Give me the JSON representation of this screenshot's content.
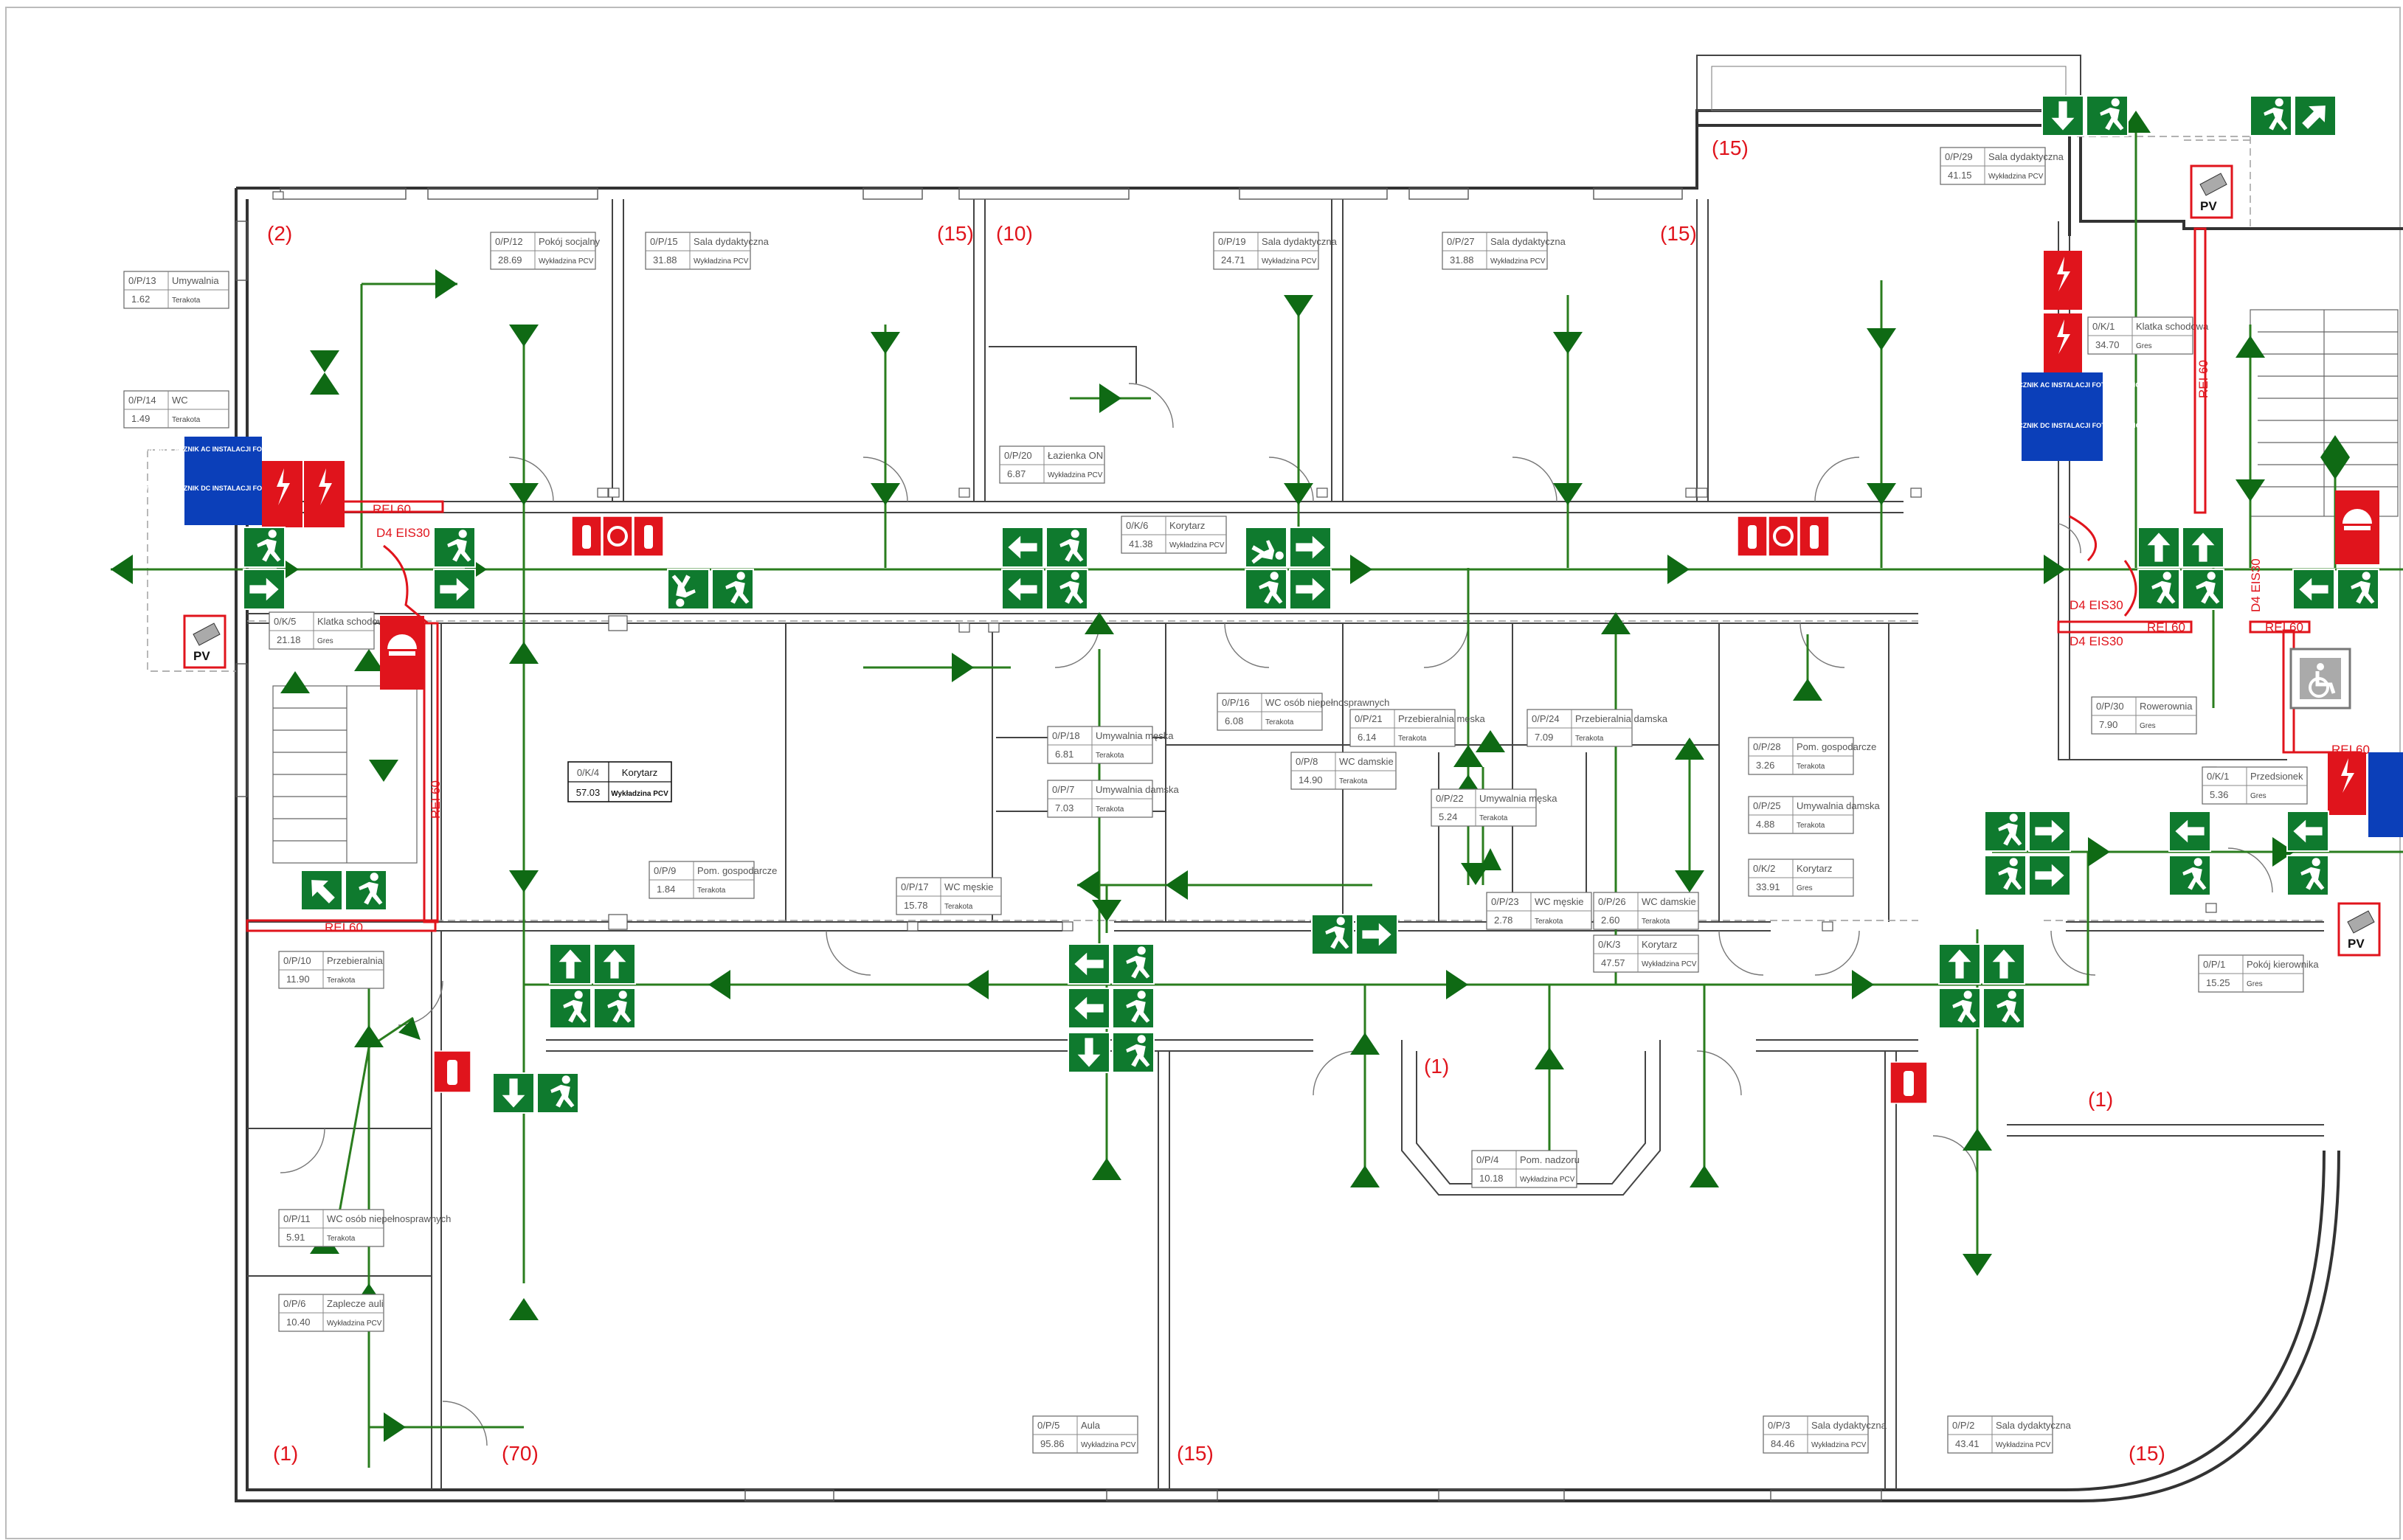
{
  "evacuation_capacity_labels": [
    {
      "id": "cap-2",
      "text": "(2)"
    },
    {
      "id": "cap-15-a",
      "text": "(15)"
    },
    {
      "id": "cap-10",
      "text": "(10)"
    },
    {
      "id": "cap-15-b",
      "text": "(15)"
    },
    {
      "id": "cap-15-c",
      "text": "(15)"
    },
    {
      "id": "cap-1-a",
      "text": "(1)"
    },
    {
      "id": "cap-70",
      "text": "(70)"
    },
    {
      "id": "cap-15-d",
      "text": "(15)"
    },
    {
      "id": "cap-1-b",
      "text": "(1)"
    },
    {
      "id": "cap-1-c",
      "text": "(1)"
    },
    {
      "id": "cap-15-e",
      "text": "(15)"
    }
  ],
  "rooms": [
    {
      "id": "0/P/13",
      "name": "Umywalnia",
      "area": "1.62",
      "floor": "Terakota"
    },
    {
      "id": "0/P/14",
      "name": "WC",
      "area": "1.49",
      "floor": "Terakota"
    },
    {
      "id": "0/P/12",
      "name": "Pokój socjalny",
      "area": "28.69",
      "floor": "Wykładzina PCV"
    },
    {
      "id": "0/P/15",
      "name": "Sala dydaktyczna",
      "area": "31.88",
      "floor": "Wykładzina PCV"
    },
    {
      "id": "0/P/19",
      "name": "Sala dydaktyczna",
      "area": "24.71",
      "floor": "Wykładzina PCV"
    },
    {
      "id": "0/P/27",
      "name": "Sala dydaktyczna",
      "area": "31.88",
      "floor": "Wykładzina PCV"
    },
    {
      "id": "0/P/29",
      "name": "Sala dydaktyczna",
      "area": "41.15",
      "floor": "Wykładzina PCV"
    },
    {
      "id": "0/K/1",
      "name": "Klatka schodowa",
      "area": "34.70",
      "floor": "Gres"
    },
    {
      "id": "0/P/20",
      "name": "Łazienka ON",
      "area": "6.87",
      "floor": "Wykładzina PCV"
    },
    {
      "id": "0/K/6",
      "name": "Korytarz",
      "area": "41.38",
      "floor": "Wykładzina PCV"
    },
    {
      "id": "0/K/5",
      "name": "Klatka schodowa",
      "area": "21.18",
      "floor": "Gres"
    },
    {
      "id": "0/P/16",
      "name": "WC osób niepełnosprawnych",
      "area": "6.08",
      "floor": "Terakota"
    },
    {
      "id": "0/P/21",
      "name": "Przebieralnia męska",
      "area": "6.14",
      "floor": "Terakota"
    },
    {
      "id": "0/P/24",
      "name": "Przebieralnia damska",
      "area": "7.09",
      "floor": "Terakota"
    },
    {
      "id": "0/P/18",
      "name": "Umywalnia męska",
      "area": "6.81",
      "floor": "Terakota"
    },
    {
      "id": "0/P/8",
      "name": "WC damskie",
      "area": "14.90",
      "floor": "Terakota"
    },
    {
      "id": "0/P/28",
      "name": "Pom. gospodarcze",
      "area": "3.26",
      "floor": "Terakota"
    },
    {
      "id": "0/P/30",
      "name": "Rowerownia",
      "area": "7.90",
      "floor": "Gres"
    },
    {
      "id": "0/K/4",
      "name": "Korytarz",
      "area": "57.03",
      "floor": "Wykładzina PCV"
    },
    {
      "id": "0/P/7",
      "name": "Umywalnia damska",
      "area": "7.03",
      "floor": "Terakota"
    },
    {
      "id": "0/P/22",
      "name": "Umywalnia męska",
      "area": "5.24",
      "floor": "Terakota"
    },
    {
      "id": "0/P/25",
      "name": "Umywalnia damska",
      "area": "4.88",
      "floor": "Terakota"
    },
    {
      "id": "0/K/1b",
      "name": "Przedsionek",
      "area": "5.36",
      "floor": "Gres"
    },
    {
      "id": "0/P/9",
      "name": "Pom. gospodarcze",
      "area": "1.84",
      "floor": "Terakota"
    },
    {
      "id": "0/K/2",
      "name": "Korytarz",
      "area": "33.91",
      "floor": "Gres"
    },
    {
      "id": "0/P/17",
      "name": "WC męskie",
      "area": "15.78",
      "floor": "Terakota"
    },
    {
      "id": "0/P/23",
      "name": "WC męskie",
      "area": "2.78",
      "floor": "Terakota"
    },
    {
      "id": "0/P/26",
      "name": "WC damskie",
      "area": "2.60",
      "floor": "Terakota"
    },
    {
      "id": "0/K/3",
      "name": "Korytarz",
      "area": "47.57",
      "floor": "Wykładzina PCV"
    },
    {
      "id": "0/P/10",
      "name": "Przebieralnia",
      "area": "11.90",
      "floor": "Terakota"
    },
    {
      "id": "0/P/1",
      "name": "Pokój kierownika",
      "area": "15.25",
      "floor": "Gres"
    },
    {
      "id": "0/P/4",
      "name": "Pom. nadzoru",
      "area": "10.18",
      "floor": "Wykładzina PCV"
    },
    {
      "id": "0/P/11",
      "name": "WC osób niepełnosprawnych",
      "area": "5.91",
      "floor": "Terakota"
    },
    {
      "id": "0/P/6",
      "name": "Zaplecze auli",
      "area": "10.40",
      "floor": "Wykładzina PCV"
    },
    {
      "id": "0/P/5",
      "name": "Aula",
      "area": "95.86",
      "floor": "Wykładzina PCV"
    },
    {
      "id": "0/P/3",
      "name": "Sala dydaktyczna",
      "area": "84.46",
      "floor": "Wykładzina PCV"
    },
    {
      "id": "0/P/2",
      "name": "Sala dydaktyczna",
      "area": "43.41",
      "floor": "Wykładzina PCV"
    }
  ],
  "fire_ratings": [
    {
      "id": "rei60-top-left",
      "text": "REI 60"
    },
    {
      "id": "d4-eis30-left",
      "text": "D4 EIS30"
    },
    {
      "id": "rei60-vertical-left",
      "text": "REI 60"
    },
    {
      "id": "rei60-bottom-left",
      "text": "REI 60"
    },
    {
      "id": "rei60-vertical-right",
      "text": "REI 60"
    },
    {
      "id": "d4-eis30-right-top",
      "text": "D4 EIS30"
    },
    {
      "id": "rei60-right-mid",
      "text": "REI 60"
    },
    {
      "id": "d4-eis30-right-bottom",
      "text": "D4 EIS30"
    },
    {
      "id": "d4-eis30-vertical-right",
      "text": "D4 EIS30"
    },
    {
      "id": "rei60-far-right",
      "text": "REI 60"
    },
    {
      "id": "rei60-right-low",
      "text": "REI 60"
    }
  ],
  "pv_markers": {
    "label": "PV"
  },
  "main_switch_panel": {
    "ac_text": "GŁÓWNY WYŁĄCZNIK AC INSTALACJI FOTOWOLTAICZNEJ",
    "dc_text": "GŁÓWNY WYŁĄCZNIK DC INSTALACJI FOTOWOLTAICZNEJ"
  },
  "colors": {
    "exit_sign_green": "#0f7a2e",
    "route_green": "#2a7d1e",
    "fire_red": "#e0141c",
    "switch_blue": "#0b3fb9",
    "wall": "#333333"
  },
  "icons": [
    "running-man-exit-icon",
    "arrow-icon",
    "fire-extinguisher-icon",
    "fire-hose-icon",
    "electric-hazard-icon",
    "smoke-vent-icon",
    "wheelchair-icon",
    "pv-icon"
  ]
}
